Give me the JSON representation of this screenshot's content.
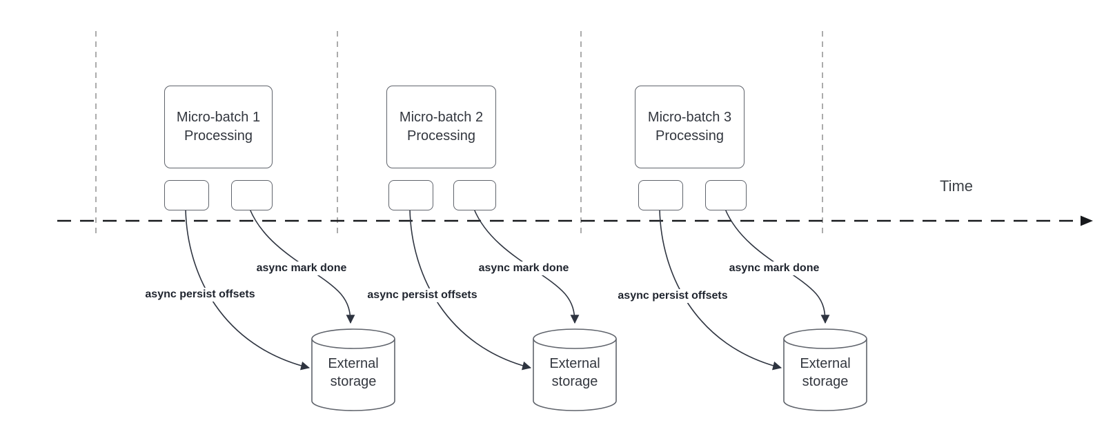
{
  "diagram": {
    "time_label": "Time",
    "colors": {
      "background": "#ffffff",
      "shape_border": "#5f636b",
      "curve_stroke": "#2e3440",
      "timeline_stroke": "#17191c",
      "gridline_stroke": "#ababab",
      "box_text": "#32363e",
      "bold_label_text": "#1f242e"
    },
    "groups": [
      {
        "title_line1": "Micro-batch 1",
        "title_line2": "Processing",
        "persist_label": "async persist offsets",
        "markdone_label": "async mark done",
        "storage_line1": "External",
        "storage_line2": "storage"
      },
      {
        "title_line1": "Micro-batch 2",
        "title_line2": "Processing",
        "persist_label": "async persist offsets",
        "markdone_label": "async mark done",
        "storage_line1": "External",
        "storage_line2": "storage"
      },
      {
        "title_line1": "Micro-batch 3",
        "title_line2": "Processing",
        "persist_label": "async persist offsets",
        "markdone_label": "async mark done",
        "storage_line1": "External",
        "storage_line2": "storage"
      }
    ]
  }
}
